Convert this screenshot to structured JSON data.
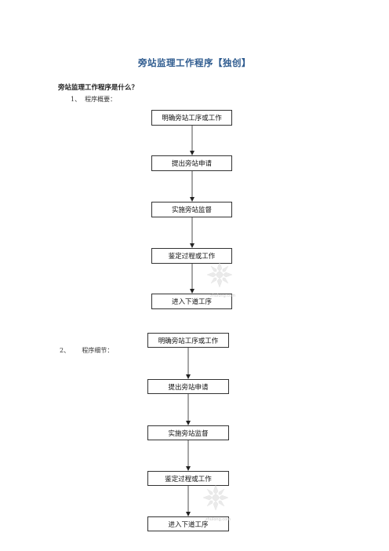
{
  "doc": {
    "title": "旁站监理工作程序【独创】",
    "question": "旁站监理工作程序是什么？"
  },
  "sections": [
    {
      "label": "1、  程序概要：",
      "steps": [
        "明确旁站工序或工作",
        "提出旁站申请",
        "实施旁站监督",
        "鉴定过程或工作",
        "进入下道工序"
      ]
    },
    {
      "label": "2、      程序细节：",
      "steps": [
        "明确旁站工序或工作",
        "提出旁站申请",
        "实施旁站监督",
        "鉴定过程或工作",
        "进入下道工序"
      ]
    }
  ],
  "watermark": {
    "icon": "snowflake-logo-icon",
    "text": "zhulong.com"
  },
  "colors": {
    "title": "#2e5b8f",
    "box_border": "#333333"
  }
}
